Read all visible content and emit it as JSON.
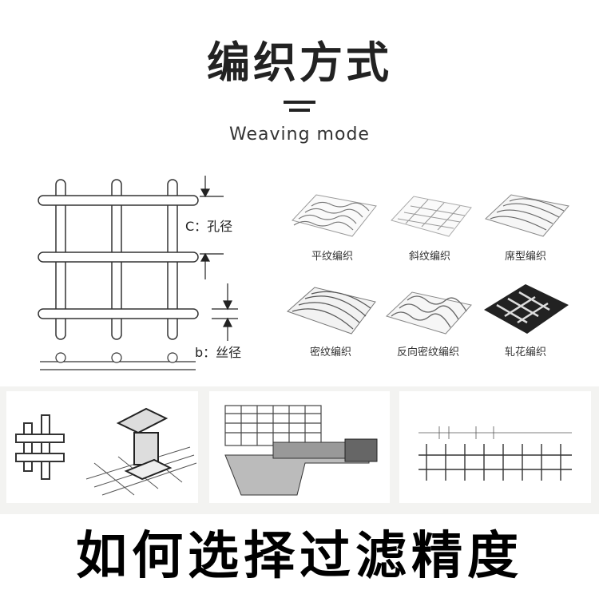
{
  "header": {
    "title": "编织方式",
    "subtitle": "Weaving mode"
  },
  "diagram": {
    "label_c": "C：孔径",
    "label_b": "b：丝径"
  },
  "weaves": [
    {
      "label": "平纹编织",
      "icon": "plain-weave-icon"
    },
    {
      "label": "斜纹编织",
      "icon": "twill-weave-icon"
    },
    {
      "label": "席型编织",
      "icon": "dutch-weave-icon"
    },
    {
      "label": "密纹编织",
      "icon": "dense-weave-icon"
    },
    {
      "label": "反向密纹编织",
      "icon": "reverse-dense-weave-icon"
    },
    {
      "label": "轧花编织",
      "icon": "crimped-weave-icon"
    }
  ],
  "footer": {
    "text": "如何选择过滤精度"
  }
}
